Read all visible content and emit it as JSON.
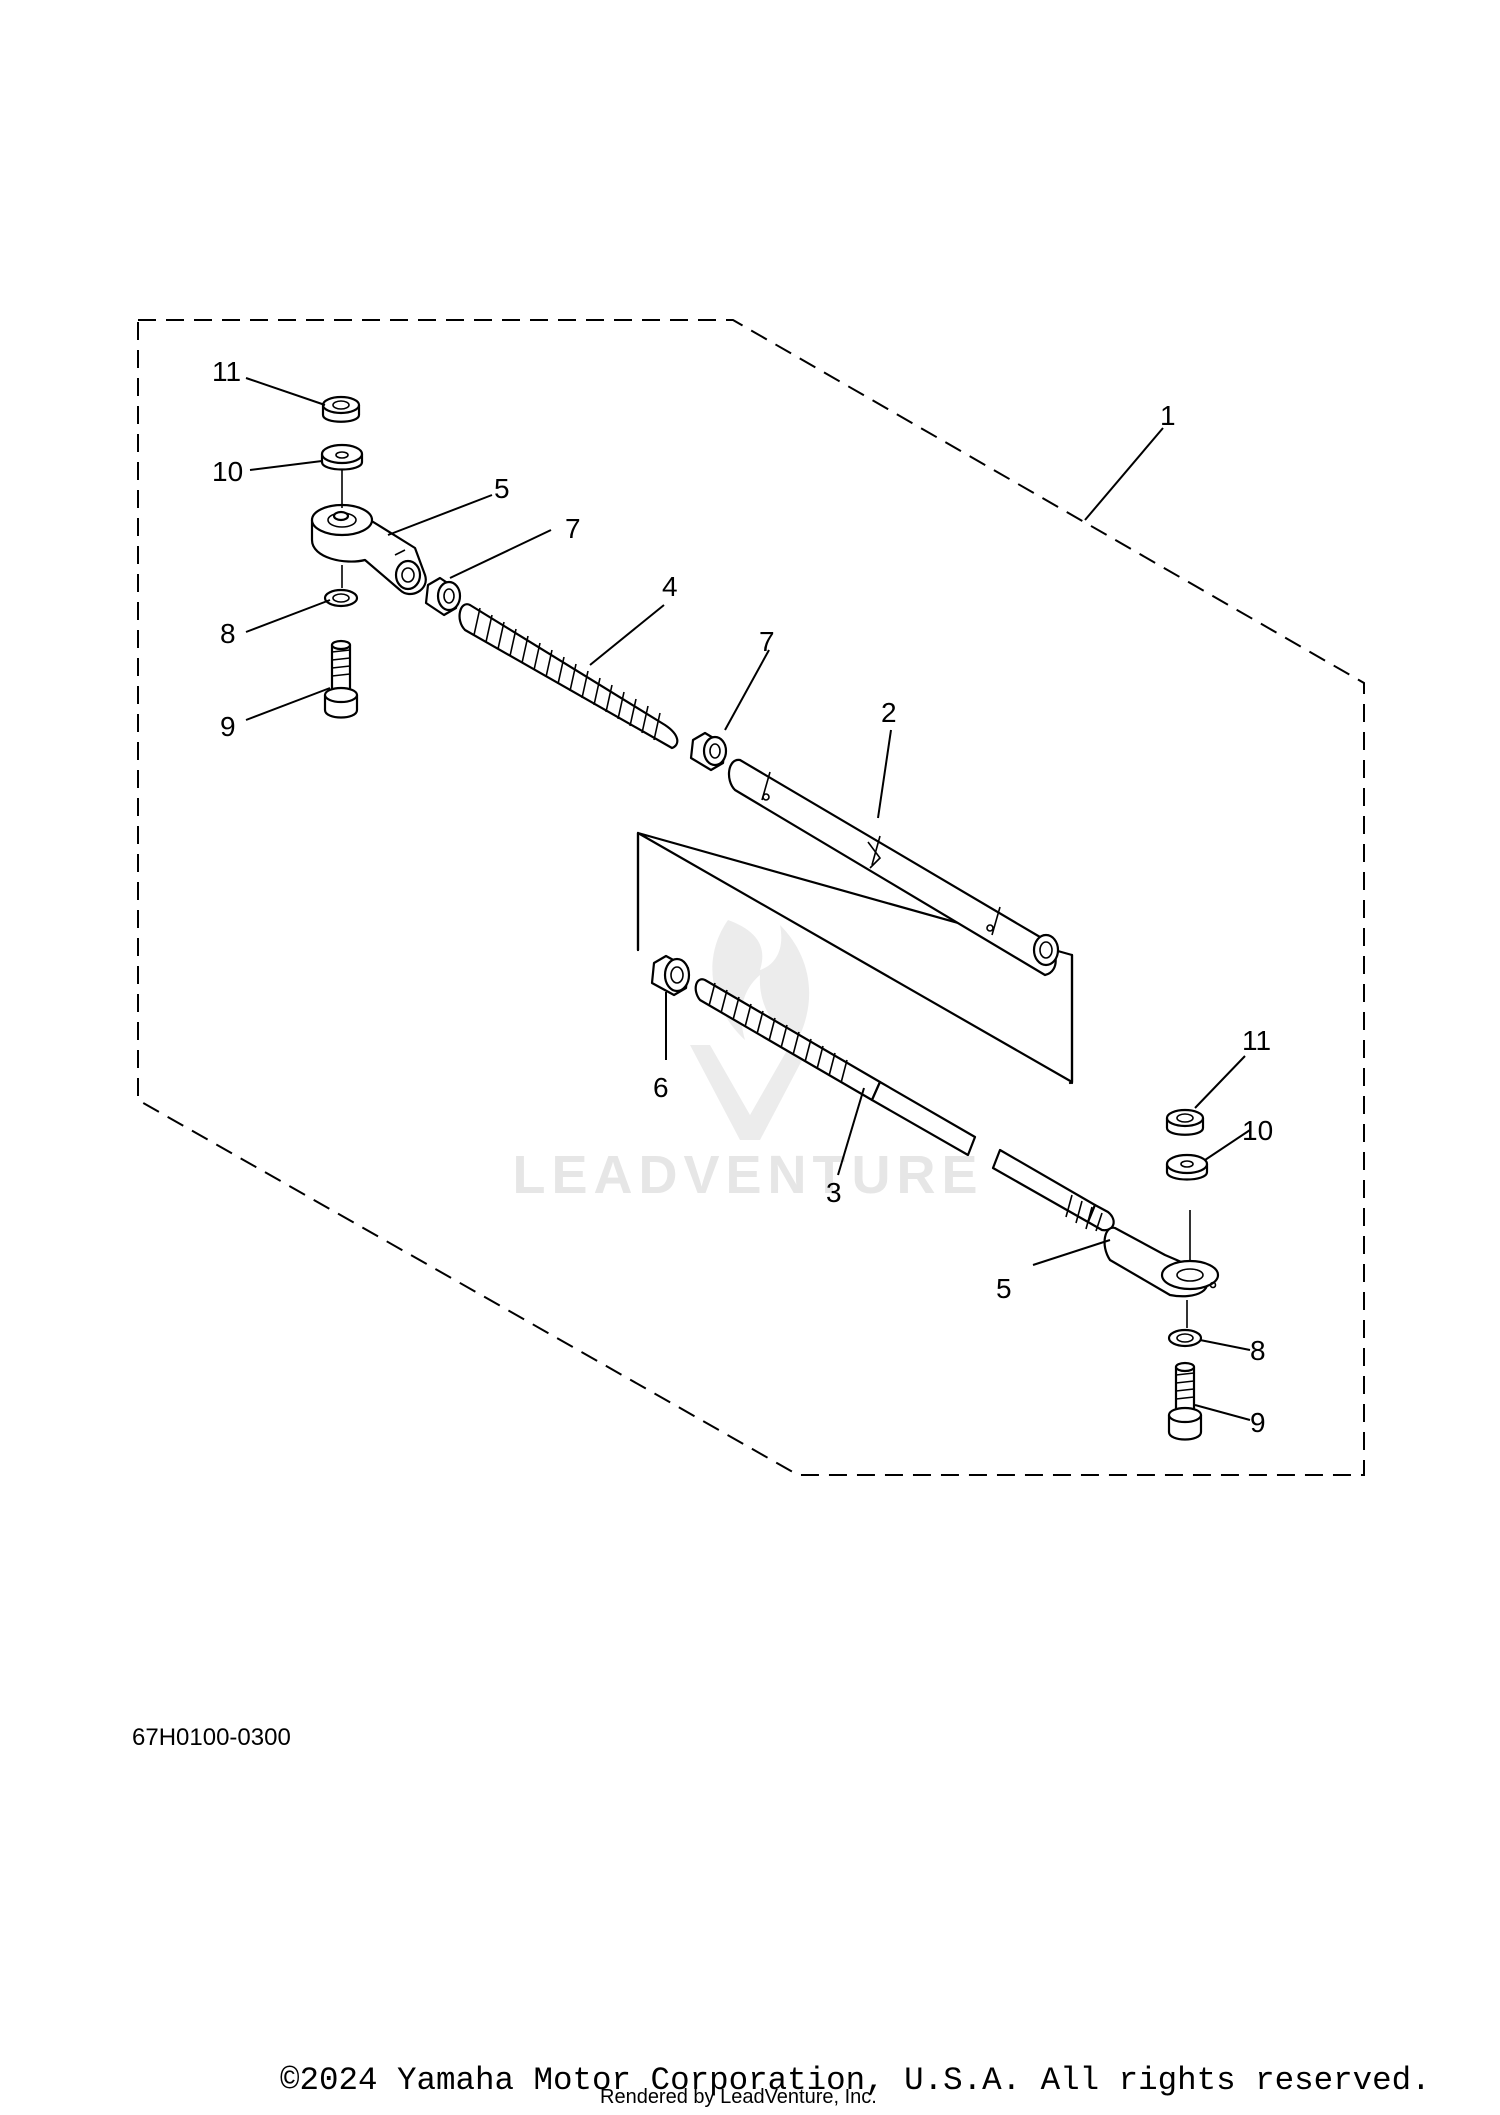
{
  "diagram": {
    "callouts": {
      "c1": "1",
      "c2": "2",
      "c3": "3",
      "c4": "4",
      "c5a": "5",
      "c5b": "5",
      "c6": "6",
      "c7a": "7",
      "c7b": "7",
      "c8a": "8",
      "c8b": "8",
      "c9a": "9",
      "c9b": "9",
      "c10a": "10",
      "c10b": "10",
      "c11a": "11",
      "c11b": "11"
    },
    "drawing_code": "67H0100-0300"
  },
  "watermark": {
    "brand": "LEADVENTURE"
  },
  "footer": {
    "copyright": "©2024 Yamaha Motor Corporation, U.S.A. All rights reserved.",
    "rendered_by": "Rendered by LeadVenture, Inc."
  }
}
